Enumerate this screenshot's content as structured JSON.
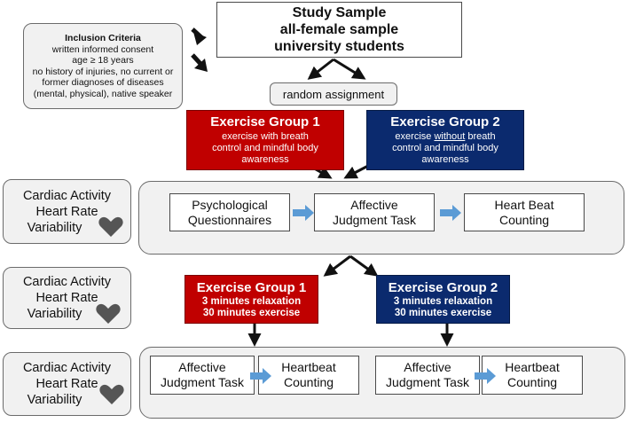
{
  "inclusion": {
    "title": "Inclusion Criteria",
    "lines": [
      "written informed consent",
      "age ≥ 18 years",
      "no history of injuries, no current or",
      "former diagnoses of diseases",
      "(mental, physical), native speaker"
    ]
  },
  "sample": {
    "lines": [
      "Study Sample",
      "all-female sample",
      "university students"
    ]
  },
  "random_assignment": "random assignment",
  "group1_top": {
    "title": "Exercise Group 1",
    "lines": [
      "exercise with breath",
      "control and mindful body",
      "awareness"
    ]
  },
  "group2_top": {
    "title": "Exercise Group 2",
    "line1_pre": "exercise ",
    "line1_underlined": "without",
    "line1_post": " breath",
    "lines": [
      "control and mindful body",
      "awareness"
    ]
  },
  "cardiac": {
    "lines": [
      "Cardiac Activity",
      "Heart Rate",
      "Variability"
    ]
  },
  "tasks": {
    "psych_lines": [
      "Psychological",
      "Questionnaires"
    ],
    "affective_lines": [
      "Affective",
      "Judgment Task"
    ],
    "heartbeat_lines": [
      "Heart Beat",
      "Counting"
    ],
    "heartbeat2_lines": [
      "Heartbeat",
      "Counting"
    ]
  },
  "group1_mid": {
    "title": "Exercise Group 1",
    "lines": [
      "3 minutes relaxation",
      "30 minutes exercise"
    ]
  },
  "group2_mid": {
    "title": "Exercise Group 2",
    "lines": [
      "3 minutes relaxation",
      "30 minutes exercise"
    ]
  },
  "icons": {
    "heart": "heart-icon",
    "block_arrow": "block-arrow-icon",
    "chevron": "chevron-arrow-icon"
  },
  "colors": {
    "red": "#c00000",
    "navy": "#0b2a6e",
    "arrow_blue": "#5b9bd5",
    "heart_gray": "#555555"
  }
}
